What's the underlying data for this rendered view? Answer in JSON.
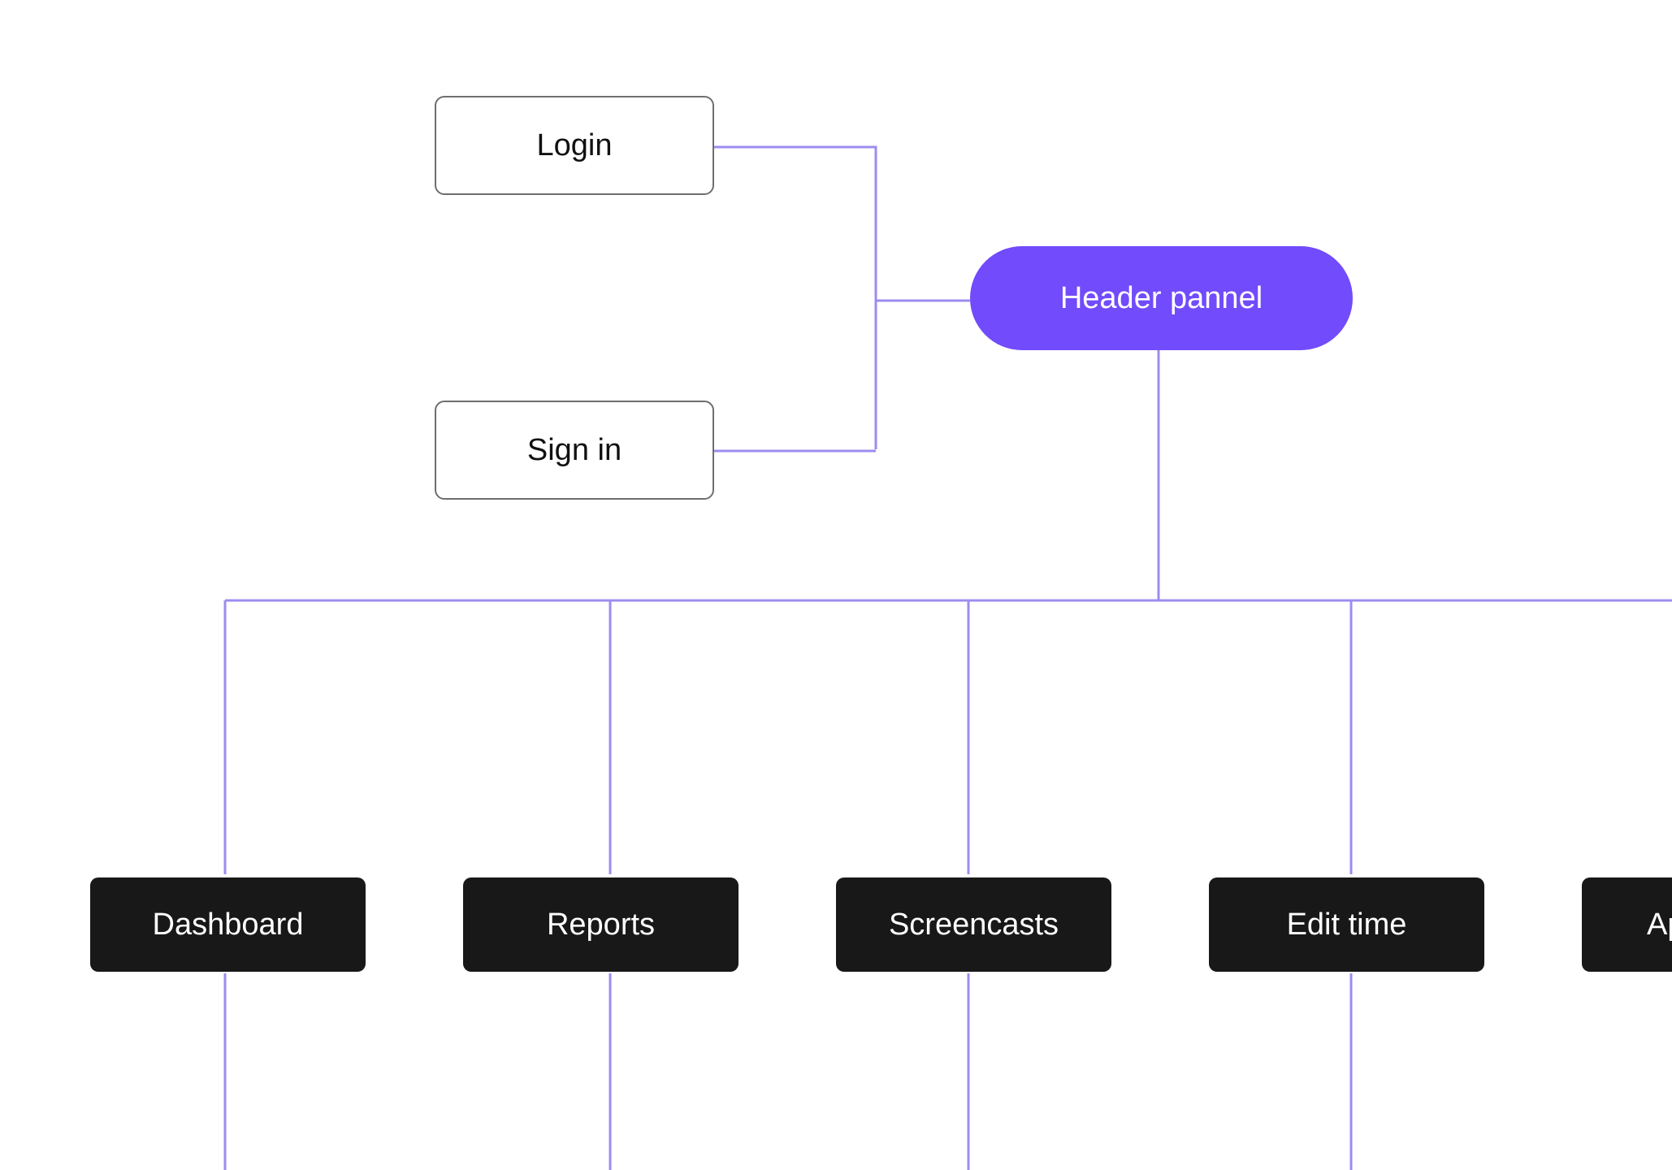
{
  "colors": {
    "connector": "#9d8cf0",
    "header_fill": "#714bfc",
    "dark_fill": "#181818",
    "outline_stroke": "#6e6e6e",
    "background": "#ffffff"
  },
  "diagram": {
    "header": {
      "label": "Header pannel"
    },
    "auth": [
      {
        "id": "login",
        "label": "Login"
      },
      {
        "id": "signin",
        "label": "Sign in"
      }
    ],
    "sections": [
      {
        "id": "dashboard",
        "label": "Dashboard"
      },
      {
        "id": "reports",
        "label": "Reports"
      },
      {
        "id": "screencasts",
        "label": "Screencasts"
      },
      {
        "id": "edit-time",
        "label": "Edit time"
      },
      {
        "id": "partial",
        "label": "Ap"
      }
    ]
  }
}
